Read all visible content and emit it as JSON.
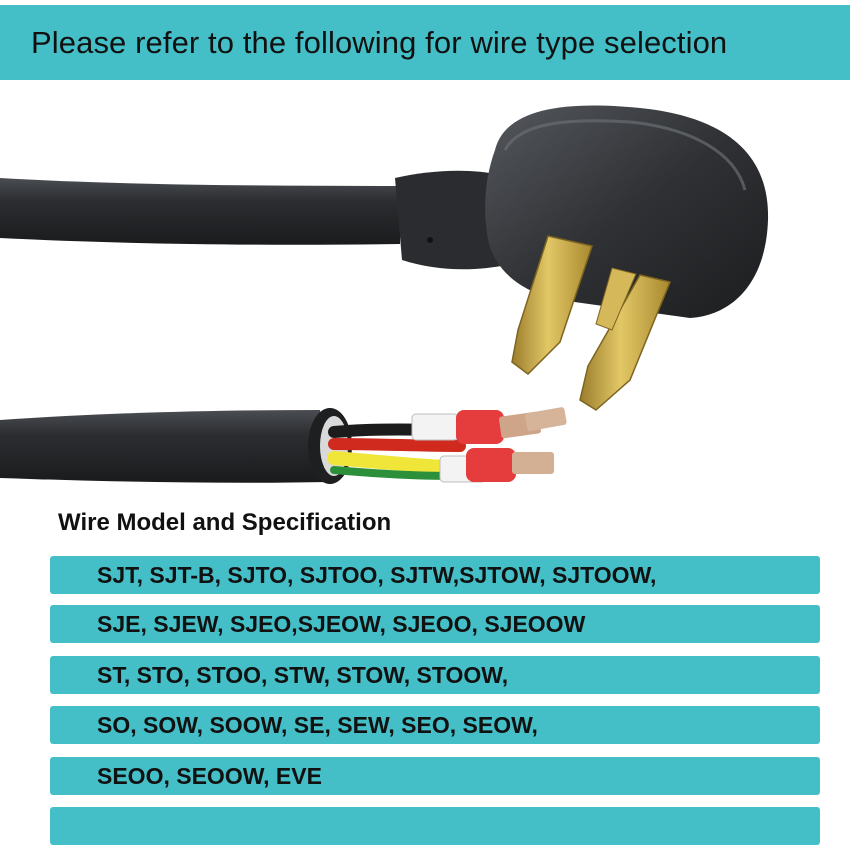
{
  "header": {
    "text": "Please refer to the following for wire type selection"
  },
  "photo": {
    "subject_icon": "power-cord-plug-icon",
    "cable_color": "#2b2d30",
    "prong_color": "#c9a94a"
  },
  "spec": {
    "title": "Wire Model and Specification",
    "rows": [
      "SJT, SJT-B, SJTO, SJTOO, SJTW,SJTOW, SJTOOW,",
      "SJE, SJEW, SJEO,SJEOW, SJEOO, SJEOOW",
      "ST, STO, STOO, STW, STOW, STOOW,",
      "SO, SOW, SOOW, SE, SEW, SEO, SEOW,",
      "SEOO, SEOOW, EVE",
      ""
    ]
  },
  "colors": {
    "accent": "#45bfc7",
    "text": "#111111"
  }
}
